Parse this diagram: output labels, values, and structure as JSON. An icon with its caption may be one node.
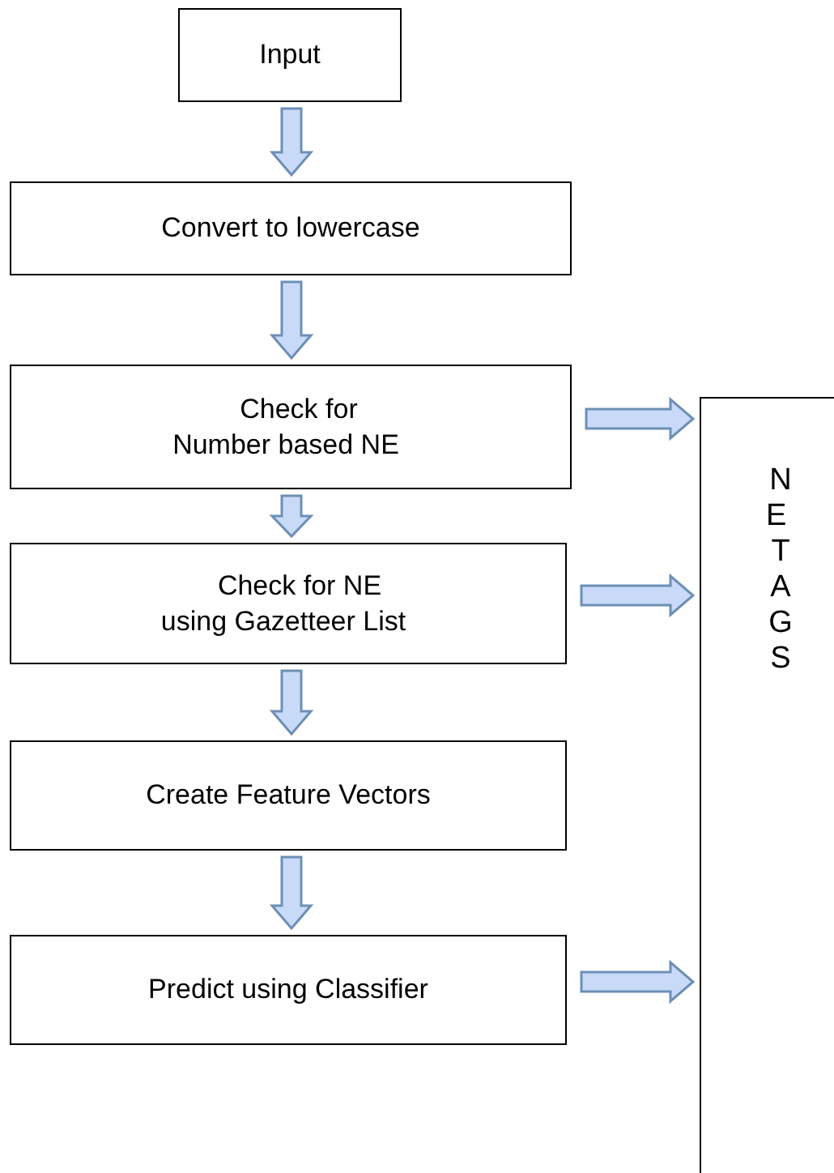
{
  "diagram": {
    "nodes": [
      {
        "text": [
          "Input"
        ]
      },
      {
        "text": [
          "Convert to lowercase"
        ]
      },
      {
        "text": [
          "Check for",
          "Number based NE"
        ]
      },
      {
        "text": [
          "Check for NE",
          "using Gazetteer List"
        ]
      },
      {
        "text": [
          "Create Feature Vectors"
        ]
      },
      {
        "text": [
          "Predict using Classifier"
        ]
      },
      {
        "text": [
          "NE TAGS"
        ]
      }
    ],
    "edges": [
      {
        "from": 0,
        "to": 1,
        "arrow": "to"
      },
      {
        "from": 1,
        "to": 2,
        "arrow": "to"
      },
      {
        "from": 2,
        "to": 3,
        "arrow": "to"
      },
      {
        "from": 3,
        "to": 4,
        "arrow": "to"
      },
      {
        "from": 4,
        "to": 5,
        "arrow": "to"
      },
      {
        "from": 2,
        "to": 6,
        "arrow": "to"
      },
      {
        "from": 3,
        "to": 6,
        "arrow": "to"
      },
      {
        "from": 5,
        "to": 6,
        "arrow": "to"
      }
    ]
  }
}
